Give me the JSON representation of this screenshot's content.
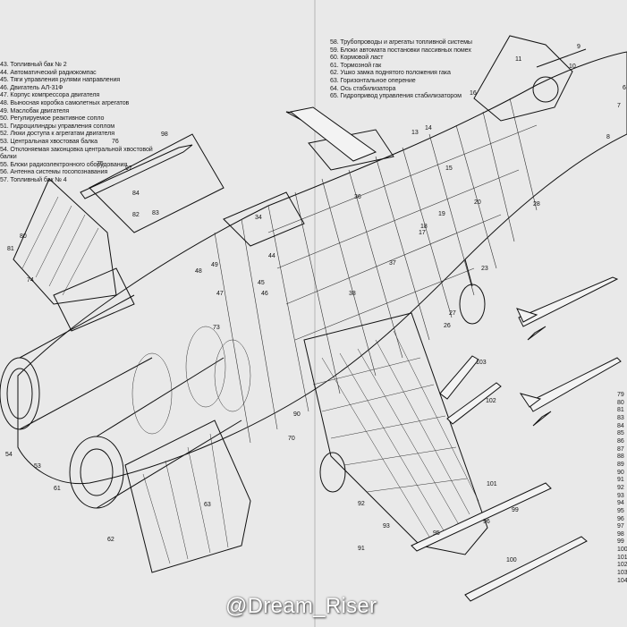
{
  "legend_left": [
    "43. Топливный бак № 2",
    "44. Автоматический радиокомпас",
    "45. Тяги управления рулями направления",
    "46. Двигатель АЛ-31Ф",
    "47. Корпус компрессора двигателя",
    "48. Выносная коробка самолетных агрегатов",
    "49. Маслобак двигателя",
    "50. Регулируемое реактивное сопло",
    "51. Гидроцилиндры управления соплом",
    "52. Люки доступа к агрегатам двигателя",
    "53. Центральная хвостовая балка",
    "54. Отклоняемая законцовка центральной хвостовой",
    "      балки",
    "55. Блоки радиоэлектронного оборудования",
    "56. Антенна системы госопознавания",
    "57. Топливный бак № 4"
  ],
  "legend_right": [
    "58. Трубопроводы и агрегаты топливной системы",
    "59. Блоки автомата постановки пассивных помех",
    "60. Кормовой ласт",
    "61. Тормозной гак",
    "62. Ушко замка поднятого положения гака",
    "63. Горизонтальное оперение",
    "64. Ось стабилизатора",
    "65. Гидропривод управления стабилизатором"
  ],
  "right_edge_numbers": [
    "79",
    "80",
    "81",
    "83",
    "84",
    "85",
    "86",
    "87",
    "88",
    "89",
    "90",
    "91",
    "92",
    "93",
    "94",
    "95",
    "96",
    "97",
    "98",
    "99",
    "100",
    "101",
    "102",
    "103",
    "104"
  ],
  "callouts": [
    {
      "t": "98"
    },
    {
      "t": "97"
    },
    {
      "t": "84"
    },
    {
      "t": "83"
    },
    {
      "t": "82"
    },
    {
      "t": "76"
    },
    {
      "t": "75"
    },
    {
      "t": "74"
    },
    {
      "t": "34"
    },
    {
      "t": "44"
    },
    {
      "t": "45"
    },
    {
      "t": "46"
    },
    {
      "t": "47"
    },
    {
      "t": "48"
    },
    {
      "t": "49"
    },
    {
      "t": "53"
    },
    {
      "t": "54"
    },
    {
      "t": "61"
    },
    {
      "t": "62"
    },
    {
      "t": "63"
    },
    {
      "t": "73"
    },
    {
      "t": "70"
    },
    {
      "t": "90"
    },
    {
      "t": "91"
    },
    {
      "t": "92"
    },
    {
      "t": "93"
    },
    {
      "t": "95"
    },
    {
      "t": "96"
    },
    {
      "t": "99"
    },
    {
      "t": "100"
    },
    {
      "t": "101"
    },
    {
      "t": "102"
    },
    {
      "t": "103"
    },
    {
      "t": "38"
    },
    {
      "t": "37"
    },
    {
      "t": "36"
    },
    {
      "t": "23"
    },
    {
      "t": "26"
    },
    {
      "t": "27"
    },
    {
      "t": "28"
    },
    {
      "t": "20"
    },
    {
      "t": "19"
    },
    {
      "t": "18"
    },
    {
      "t": "17"
    },
    {
      "t": "16"
    },
    {
      "t": "15"
    },
    {
      "t": "14"
    },
    {
      "t": "13"
    },
    {
      "t": "11"
    },
    {
      "t": "10"
    },
    {
      "t": "9"
    },
    {
      "t": "8"
    },
    {
      "t": "7"
    },
    {
      "t": "6"
    },
    {
      "t": "81"
    },
    {
      "t": "80"
    }
  ],
  "watermark": "@Dream_Riser"
}
